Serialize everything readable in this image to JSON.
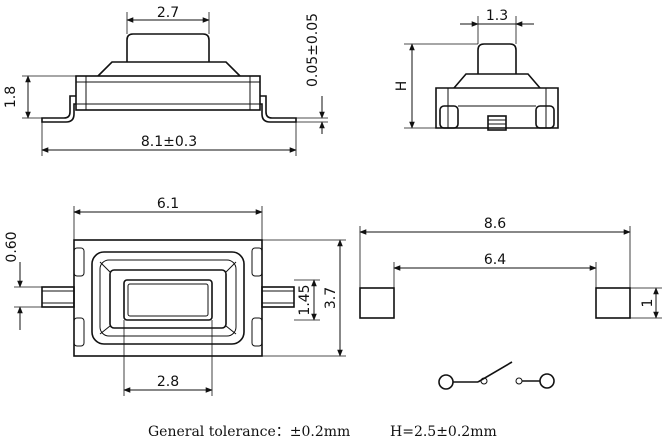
{
  "side_view": {
    "plunger_width": "2.7",
    "height": "1.8",
    "lead_thickness": "0.05±0.05",
    "overall_length": "8.1±0.3"
  },
  "end_view": {
    "plunger_width": "1.3",
    "height_symbol": "H"
  },
  "top_view": {
    "body_length": "6.1",
    "lead_offset": "0.60",
    "actuator_width": "1.45",
    "body_width": "3.7",
    "actuator_length": "2.8"
  },
  "footprint": {
    "outer_span": "8.6",
    "inner_span": "6.4",
    "pad_height": "1"
  },
  "notes": {
    "general_tolerance": "General tolerance：±0.2mm",
    "height_value": "H=2.5±0.2mm"
  },
  "symbol": {
    "name": "switch-schematic-symbol"
  }
}
